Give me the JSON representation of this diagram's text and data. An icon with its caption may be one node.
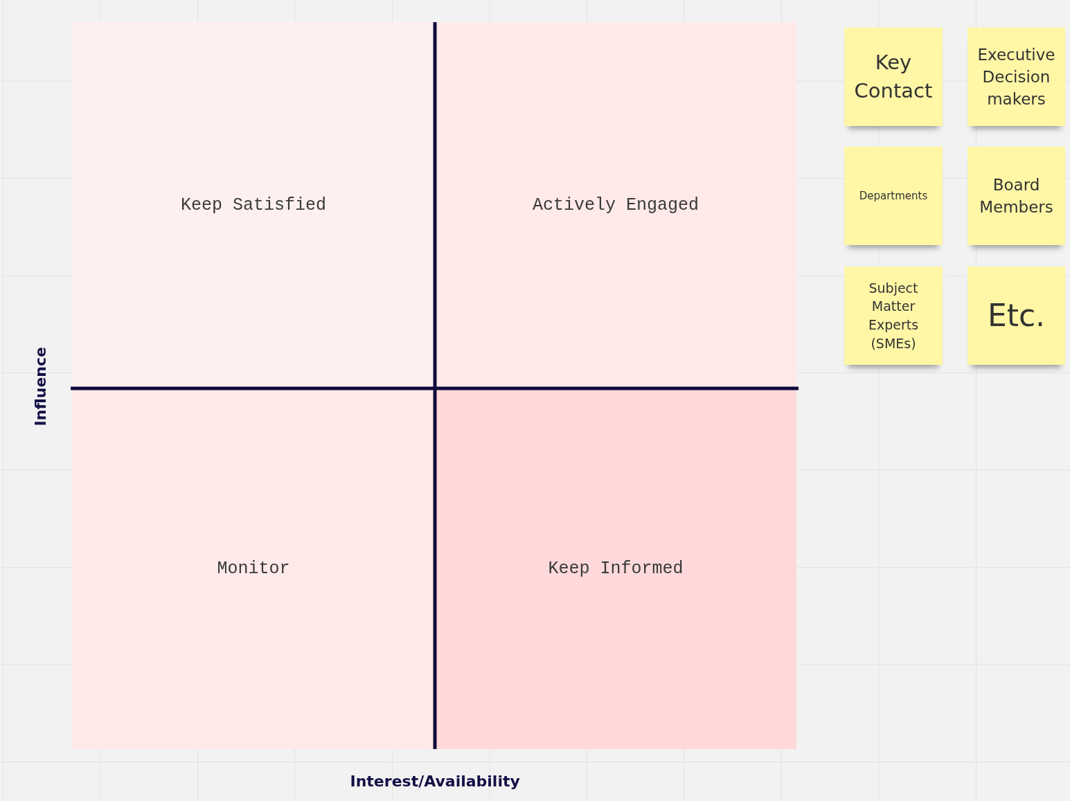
{
  "diagram": {
    "nodes": [
      {
        "text": [
          "Keep Satisfied"
        ]
      },
      {
        "text": [
          "Actively Engaged"
        ]
      },
      {
        "text": [
          "Monitor"
        ]
      },
      {
        "text": [
          "Keep Informed"
        ]
      },
      {
        "text": [
          "Key Contact"
        ]
      },
      {
        "text": [
          "Executive Decision makers"
        ]
      },
      {
        "text": [
          "Departments"
        ]
      },
      {
        "text": [
          "Board Members"
        ]
      },
      {
        "text": [
          "Subject Matter Experts (SMEs)"
        ]
      },
      {
        "text": [
          "Etc."
        ]
      }
    ],
    "labels": [
      "Influence",
      "Interest/Availability"
    ]
  }
}
